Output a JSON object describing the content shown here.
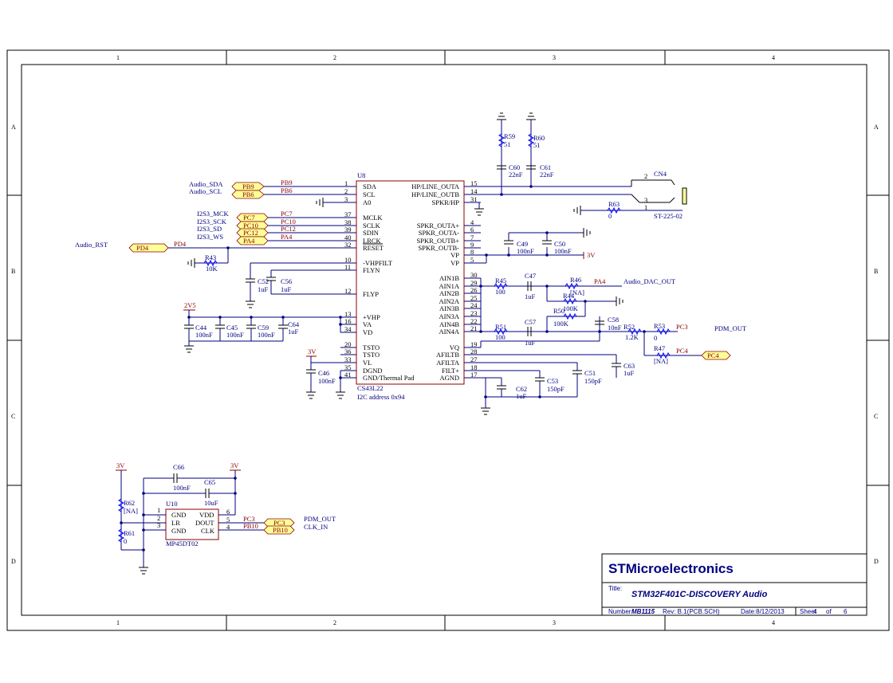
{
  "frame": {
    "columns": [
      "1",
      "2",
      "3",
      "4"
    ],
    "rows": [
      "A",
      "B",
      "C",
      "D"
    ]
  },
  "title_block": {
    "company": "STMicroelectronics",
    "title_label": "Title:",
    "title": "STM32F401C-DISCOVERY Audio",
    "number_label": "Number:",
    "number": "MB1115",
    "rev": "Rev: B.1(PCB.SCH)",
    "date": "Date:8/12/2013",
    "sheet_label": "Sheet",
    "sheet": "4",
    "of_label": "of",
    "sheet_total": "6"
  },
  "u8": {
    "ref": "U8",
    "part": "CS43L22",
    "note": "I2C address 0x94",
    "left_pins": [
      {
        "num": "1",
        "name": "SDA"
      },
      {
        "num": "2",
        "name": "SCL"
      },
      {
        "num": "3",
        "name": "A0"
      },
      {
        "num": "37",
        "name": "MCLK"
      },
      {
        "num": "38",
        "name": "SCLK"
      },
      {
        "num": "39",
        "name": "SDIN"
      },
      {
        "num": "40",
        "name": "LRCK"
      },
      {
        "num": "32",
        "name": "RESET"
      },
      {
        "num": "10",
        "name": "-VHPFILT"
      },
      {
        "num": "11",
        "name": "FLYN"
      },
      {
        "num": "12",
        "name": "FLYP"
      },
      {
        "num": "13",
        "name": "+VHP"
      },
      {
        "num": "16",
        "name": "VA"
      },
      {
        "num": "34",
        "name": "VD"
      },
      {
        "num": "20",
        "name": "TSTO"
      },
      {
        "num": "36",
        "name": "TSTO"
      },
      {
        "num": "33",
        "name": "VL"
      },
      {
        "num": "35",
        "name": "DGND"
      },
      {
        "num": "41",
        "name": "GND/Thermal Pad"
      }
    ],
    "right_pins": [
      {
        "num": "15",
        "name": "HP/LINE_OUTA"
      },
      {
        "num": "14",
        "name": "HP/LINE_OUTB"
      },
      {
        "num": "31",
        "name": "SPKR/HP"
      },
      {
        "num": "4",
        "name": "SPKR_OUTA+"
      },
      {
        "num": "6",
        "name": "SPKR_OUTA-"
      },
      {
        "num": "7",
        "name": "SPKR_OUTB+"
      },
      {
        "num": "9",
        "name": "SPKR_OUTB-"
      },
      {
        "num": "8",
        "name": "VP"
      },
      {
        "num": "5",
        "name": "VP"
      },
      {
        "num": "30",
        "name": "AIN1B"
      },
      {
        "num": "29",
        "name": "AIN1A"
      },
      {
        "num": "26",
        "name": "AIN2B"
      },
      {
        "num": "25",
        "name": "AIN2A"
      },
      {
        "num": "24",
        "name": "AIN3B"
      },
      {
        "num": "23",
        "name": "AIN3A"
      },
      {
        "num": "22",
        "name": "AIN4B"
      },
      {
        "num": "21",
        "name": "AIN4A"
      },
      {
        "num": "19",
        "name": "VQ"
      },
      {
        "num": "28",
        "name": "AFILTB"
      },
      {
        "num": "27",
        "name": "AFILTA"
      },
      {
        "num": "18",
        "name": "FILT+"
      },
      {
        "num": "17",
        "name": "AGND"
      }
    ]
  },
  "u10": {
    "ref": "U10",
    "part": "MP45DT02",
    "left_pins": [
      {
        "num": "1",
        "name": "GND"
      },
      {
        "num": "2",
        "name": "LR"
      },
      {
        "num": "3",
        "name": "GND"
      }
    ],
    "right_pins": [
      {
        "num": "6",
        "name": "VDD"
      },
      {
        "num": "5",
        "name": "DOUT"
      },
      {
        "num": "4",
        "name": "CLK"
      }
    ]
  },
  "cn4": {
    "ref": "CN4",
    "part": "ST-225-02",
    "pins": [
      "2",
      "3",
      "1"
    ]
  },
  "signals": {
    "audio_sda": "Audio_SDA",
    "audio_scl": "Audio_SCL",
    "i2s3_mck": "I2S3_MCK",
    "i2s3_sck": "I2S3_SCK",
    "i2s3_sd": "I2S3_SD",
    "i2s3_ws": "I2S3_WS",
    "audio_rst": "Audio_RST",
    "audio_dac_out": "Audio_DAC_OUT",
    "pdm_out": "PDM_OUT",
    "pdm_out2": "PDM_OUT",
    "clk_in": "CLK_IN"
  },
  "nets": {
    "pb9": "PB9",
    "pb6": "PB6",
    "pc7": "PC7",
    "pc10": "PC10",
    "pc12": "PC12",
    "pa4": "PA4",
    "pd4": "PD4",
    "pa4_dac": "PA4",
    "pc3": "PC3",
    "pc4": "PC4",
    "pc3_u10": "PC3",
    "pb10_u10": "PB10",
    "v3_vp": "3V",
    "v2v5": "2V5",
    "v3_vl": "3V",
    "v3_a": "3V",
    "v3_b": "3V"
  },
  "ports": {
    "pb9": "PB9",
    "pb6": "PB6",
    "pc7": "PC7",
    "pc10": "PC10",
    "pc12": "PC12",
    "pa4": "PA4",
    "pd4": "PD4",
    "pc4": "PC4",
    "pc3": "PC3",
    "pb10": "PB10"
  },
  "components": {
    "r59": {
      "ref": "R59",
      "val": "51"
    },
    "r60": {
      "ref": "R60",
      "val": "51"
    },
    "c60": {
      "ref": "C60",
      "val": "22nF"
    },
    "c61": {
      "ref": "C61",
      "val": "22nF"
    },
    "r63": {
      "ref": "R63",
      "val": "0"
    },
    "c49": {
      "ref": "C49",
      "val": "100nF"
    },
    "c50": {
      "ref": "C50",
      "val": "100nF"
    },
    "r43": {
      "ref": "R43",
      "val": "10K"
    },
    "c52": {
      "ref": "C52",
      "val": "1uF"
    },
    "c56": {
      "ref": "C56",
      "val": "1uF"
    },
    "r45": {
      "ref": "R45",
      "val": "100"
    },
    "c47": {
      "ref": "C47",
      "val": "1uF"
    },
    "r46": {
      "ref": "R46",
      "val": "[NA]"
    },
    "r44": {
      "ref": "R44",
      "val": "100K"
    },
    "r50": {
      "ref": "R50",
      "val": "100K"
    },
    "c44": {
      "ref": "C44",
      "val": "100nF"
    },
    "c45": {
      "ref": "C45",
      "val": "100nF"
    },
    "c59": {
      "ref": "C59",
      "val": "100nF"
    },
    "c64": {
      "ref": "C64",
      "val": "1uF"
    },
    "r51": {
      "ref": "R51",
      "val": "100"
    },
    "c57": {
      "ref": "C57",
      "val": "1uF"
    },
    "c58": {
      "ref": "C58",
      "val": "10nF"
    },
    "r52": {
      "ref": "R52",
      "val": "1.2K"
    },
    "r53": {
      "ref": "R53",
      "val": "0"
    },
    "r47": {
      "ref": "R47",
      "val": "[NA]"
    },
    "c63": {
      "ref": "C63",
      "val": "1uF"
    },
    "c46": {
      "ref": "C46",
      "val": "100nF"
    },
    "c62": {
      "ref": "C62",
      "val": "1uF"
    },
    "c53": {
      "ref": "C53",
      "val": "150pF"
    },
    "c51": {
      "ref": "C51",
      "val": "150pF"
    },
    "c66": {
      "ref": "C66",
      "val": "100nF"
    },
    "c65": {
      "ref": "C65",
      "val": "10uF"
    },
    "r62": {
      "ref": "R62",
      "val": "[NA]"
    },
    "r61": {
      "ref": "R61",
      "val": "0"
    }
  }
}
